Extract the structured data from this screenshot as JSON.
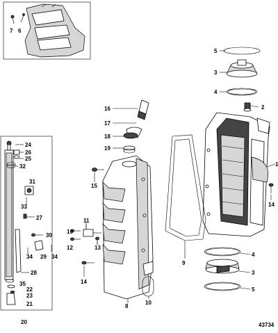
{
  "diagram": {
    "figure_number": "43734",
    "callouts": [
      {
        "id": "c5a",
        "label": "5"
      },
      {
        "id": "c3a",
        "label": "3"
      },
      {
        "id": "c4a",
        "label": "4"
      },
      {
        "id": "c2",
        "label": "2"
      },
      {
        "id": "c1",
        "label": "1"
      },
      {
        "id": "c14a",
        "label": "14"
      },
      {
        "id": "c16",
        "label": "16"
      },
      {
        "id": "c17",
        "label": "17"
      },
      {
        "id": "c18",
        "label": "18"
      },
      {
        "id": "c19",
        "label": "19"
      },
      {
        "id": "c15",
        "label": "15"
      },
      {
        "id": "c24",
        "label": "24"
      },
      {
        "id": "c26",
        "label": "26"
      },
      {
        "id": "c25",
        "label": "25"
      },
      {
        "id": "c32",
        "label": "32"
      },
      {
        "id": "c31",
        "label": "31"
      },
      {
        "id": "c33",
        "label": "33"
      },
      {
        "id": "c27",
        "label": "27"
      },
      {
        "id": "c30",
        "label": "30"
      },
      {
        "id": "c29",
        "label": "29"
      },
      {
        "id": "c34a",
        "label": "34"
      },
      {
        "id": "c34b",
        "label": "34"
      },
      {
        "id": "c28",
        "label": "28"
      },
      {
        "id": "c35",
        "label": "35"
      },
      {
        "id": "c22",
        "label": "22"
      },
      {
        "id": "c23",
        "label": "23"
      },
      {
        "id": "c21",
        "label": "21"
      },
      {
        "id": "c20",
        "label": "20"
      },
      {
        "id": "c11",
        "label": "11"
      },
      {
        "id": "c10a",
        "label": "10"
      },
      {
        "id": "c12",
        "label": "12"
      },
      {
        "id": "c13",
        "label": "13"
      },
      {
        "id": "c14b",
        "label": "14"
      },
      {
        "id": "c8",
        "label": "8"
      },
      {
        "id": "c10b",
        "label": "10"
      },
      {
        "id": "c9",
        "label": "9"
      },
      {
        "id": "c4b",
        "label": "4"
      },
      {
        "id": "c3b",
        "label": "3"
      },
      {
        "id": "c5b",
        "label": "5"
      },
      {
        "id": "c7",
        "label": "7"
      },
      {
        "id": "c6",
        "label": "6"
      }
    ]
  }
}
